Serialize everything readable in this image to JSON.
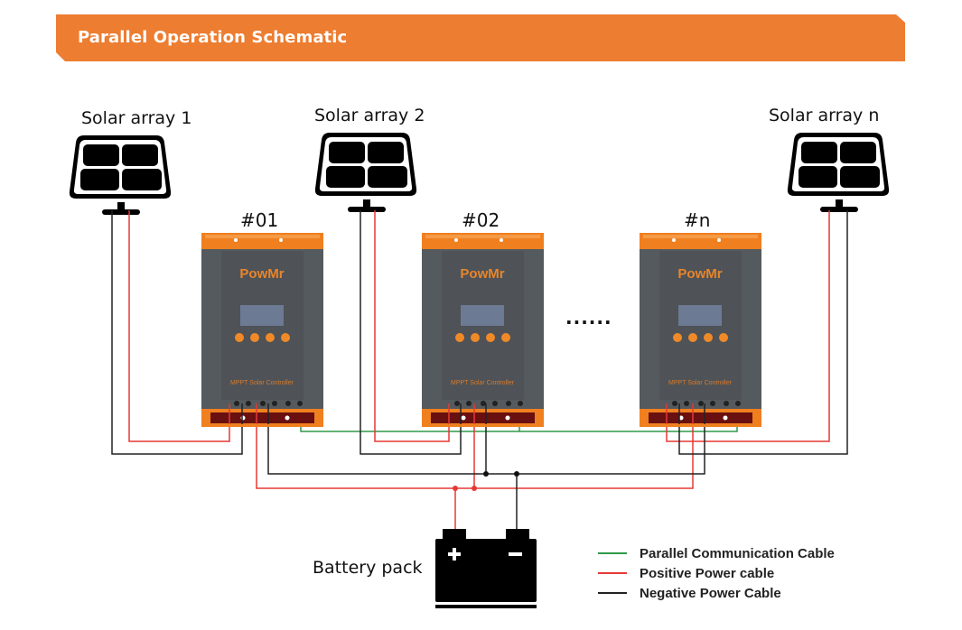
{
  "header": {
    "title": "Parallel Operation Schematic",
    "color": "#ed7d31"
  },
  "solar_arrays": [
    {
      "label": "Solar array 1"
    },
    {
      "label": "Solar array 2"
    },
    {
      "label": "Solar array n"
    }
  ],
  "controllers": [
    {
      "id": "#01",
      "brand": "PowMr",
      "model": "MPPT Solar Controller"
    },
    {
      "id": "#02",
      "brand": "PowMr",
      "model": "MPPT Solar Controller"
    },
    {
      "id": "#n",
      "brand": "PowMr",
      "model": "MPPT Solar Controller"
    }
  ],
  "ellipsis": "......",
  "battery": {
    "label": "Battery pack",
    "plus": "+",
    "minus": "−"
  },
  "legend": [
    {
      "label": "Parallel Communication Cable",
      "color": "#2e9a48"
    },
    {
      "label": "Positive Power cable",
      "color": "#e53935"
    },
    {
      "label": "Negative Power Cable",
      "color": "#222222"
    }
  ]
}
